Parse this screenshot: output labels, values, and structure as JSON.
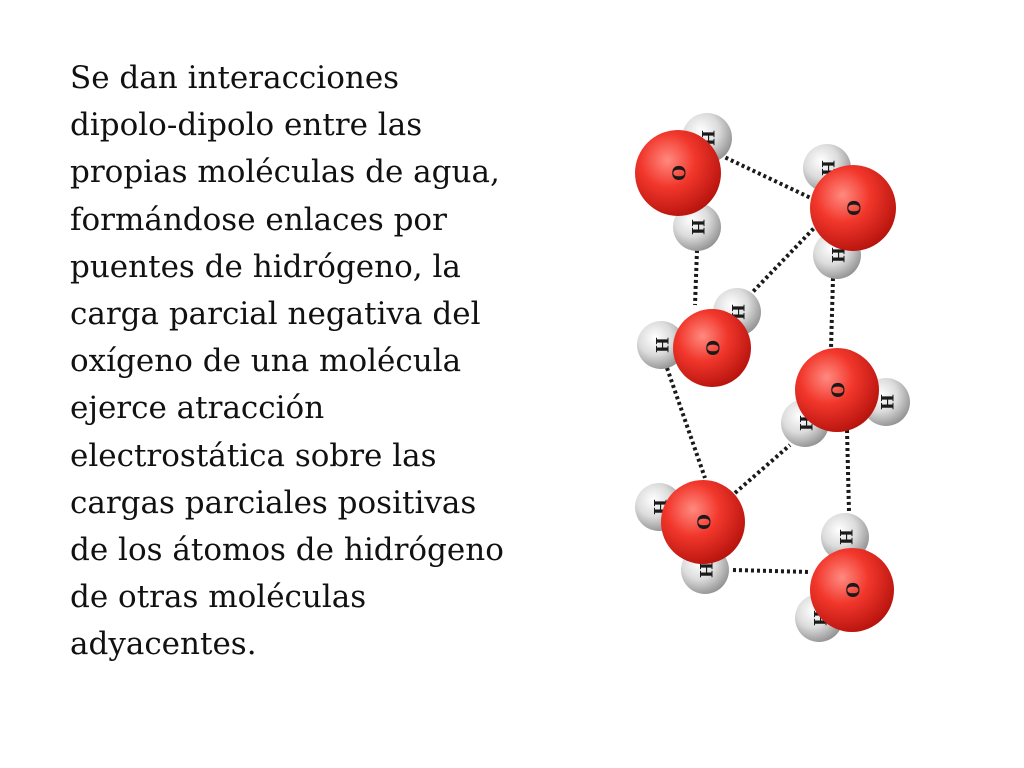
{
  "text_lines": [
    "Se dan interacciones",
    "dipolo-dipolo entre las",
    "propias moléculas de agua,",
    "formándose enlaces por",
    "puentes de hidrógeno, la",
    "carga parcial negativa del",
    "oxígeno de una molécula",
    "ejerce atracción",
    "electrostática sobre las",
    "cargas parciales positivas",
    "de los átomos de hidrógeno",
    "de otras moléculas",
    "adyacentes."
  ],
  "diagram": {
    "oxygen_label": "O",
    "hydrogen_label": "H",
    "colors": {
      "oxygen": "#e8281e",
      "hydrogen": "#c9c9c9",
      "bond": "#1a1a1a"
    }
  }
}
